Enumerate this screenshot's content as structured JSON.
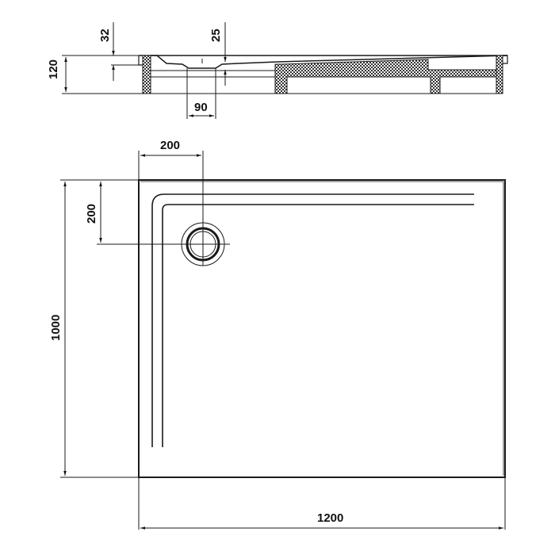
{
  "drawing": {
    "subject": "Shower tray technical drawing",
    "colors": {
      "line": "#1a1a1a",
      "hatch": "#333333",
      "background": "#ffffff"
    },
    "section_view": {
      "dimensions": {
        "height_total": "120",
        "rim_depth": "32",
        "drain_depth": "25",
        "drain_width": "90"
      }
    },
    "plan_view": {
      "dimensions": {
        "width": "1200",
        "length": "1000",
        "drain_offset_x": "200",
        "drain_offset_y": "200"
      }
    }
  }
}
